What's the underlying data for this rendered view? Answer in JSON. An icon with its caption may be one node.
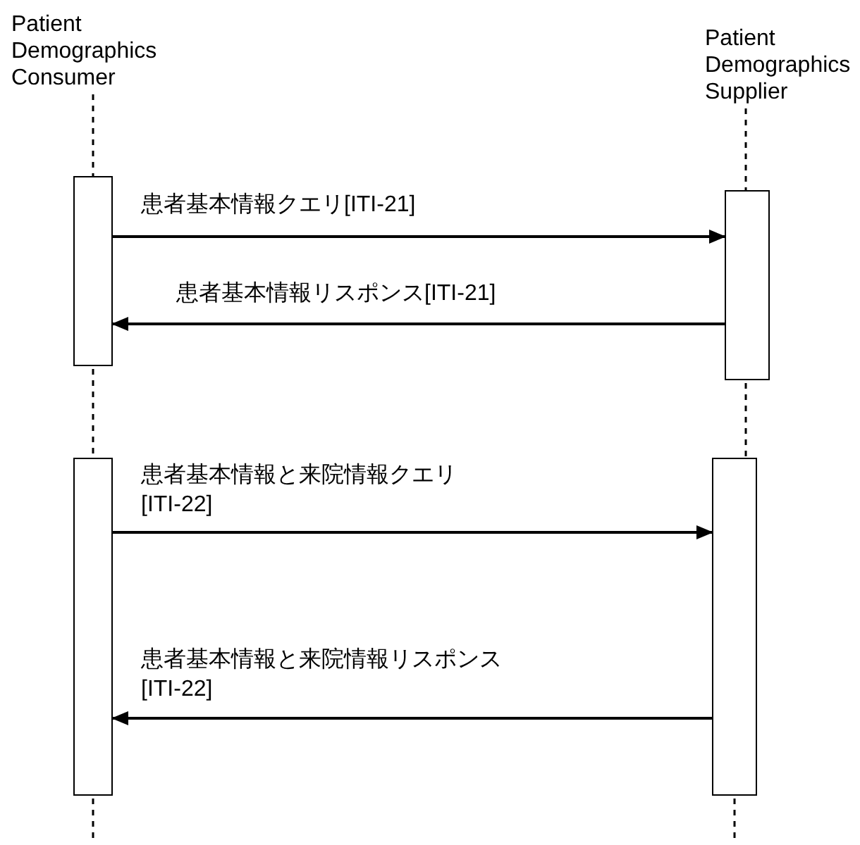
{
  "diagram": {
    "nodes": [
      {
        "text": [
          "Patient Demographics Consumer"
        ]
      },
      {
        "text": [
          "Patient Demographics Supplier"
        ]
      },
      {
        "text": [],
        "shape": "bar"
      },
      {
        "text": [],
        "shape": "bar"
      },
      {
        "text": [],
        "shape": "bar"
      },
      {
        "text": [],
        "shape": "bar"
      }
    ],
    "edges": [
      {
        "from": 2,
        "to": 3,
        "arrow": "to",
        "label": "患者基本情報クエリ[ITI-21]"
      },
      {
        "from": 3,
        "to": 2,
        "arrow": "to",
        "label": "患者基本情報リスポンス[ITI-21]"
      },
      {
        "from": 4,
        "to": 5,
        "arrow": "to",
        "label": "患者基本情報と来院情報クエリ[ITI-22]"
      },
      {
        "from": 5,
        "to": 4,
        "arrow": "to",
        "label": "患者基本情報と来院情報リスポンス[ITI-22]"
      },
      {
        "from": 0,
        "to": 2,
        "arrow": "none",
        "style": "dashed"
      },
      {
        "from": 2,
        "to": 4,
        "arrow": "none",
        "style": "dashed"
      },
      {
        "from": 4,
        "to": null,
        "arrow": "none",
        "style": "dashed"
      },
      {
        "from": 1,
        "to": 3,
        "arrow": "none",
        "style": "dashed"
      },
      {
        "from": 3,
        "to": 5,
        "arrow": "none",
        "style": "dashed"
      },
      {
        "from": 5,
        "to": null,
        "arrow": "none",
        "style": "dashed"
      }
    ]
  }
}
